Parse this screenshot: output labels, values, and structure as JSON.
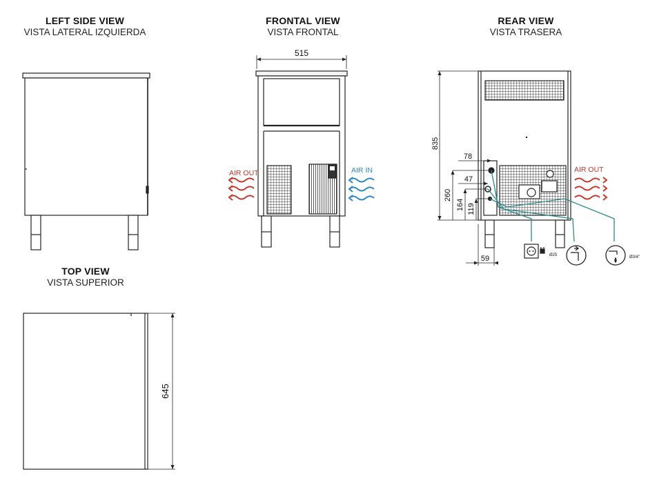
{
  "views": {
    "left": {
      "title": "LEFT SIDE VIEW",
      "subtitle": "VISTA LATERAL IZQUIERDA"
    },
    "frontal": {
      "title": "FRONTAL VIEW",
      "subtitle": "VISTA FRONTAL"
    },
    "rear": {
      "title": "REAR VIEW",
      "subtitle": "VISTA TRASERA"
    },
    "top": {
      "title": "TOP VIEW",
      "subtitle": "VISTA SUPERIOR"
    }
  },
  "dimensions": {
    "width": "515",
    "height": "835",
    "depth": "645",
    "d78": "78",
    "d47": "47",
    "d260": "260",
    "d164": "164",
    "d119": "119",
    "d59": "59"
  },
  "airflow": {
    "front_out": "AIR OUT",
    "front_in": "AIR IN",
    "rear_out": "AIR OUT"
  },
  "connections": {
    "power": "Ø25",
    "water": "Ø3/4\""
  },
  "colors": {
    "air_out": "#c0392b",
    "air_in": "#2e86c1",
    "connector": "#2a8a8a",
    "line": "#222222"
  }
}
